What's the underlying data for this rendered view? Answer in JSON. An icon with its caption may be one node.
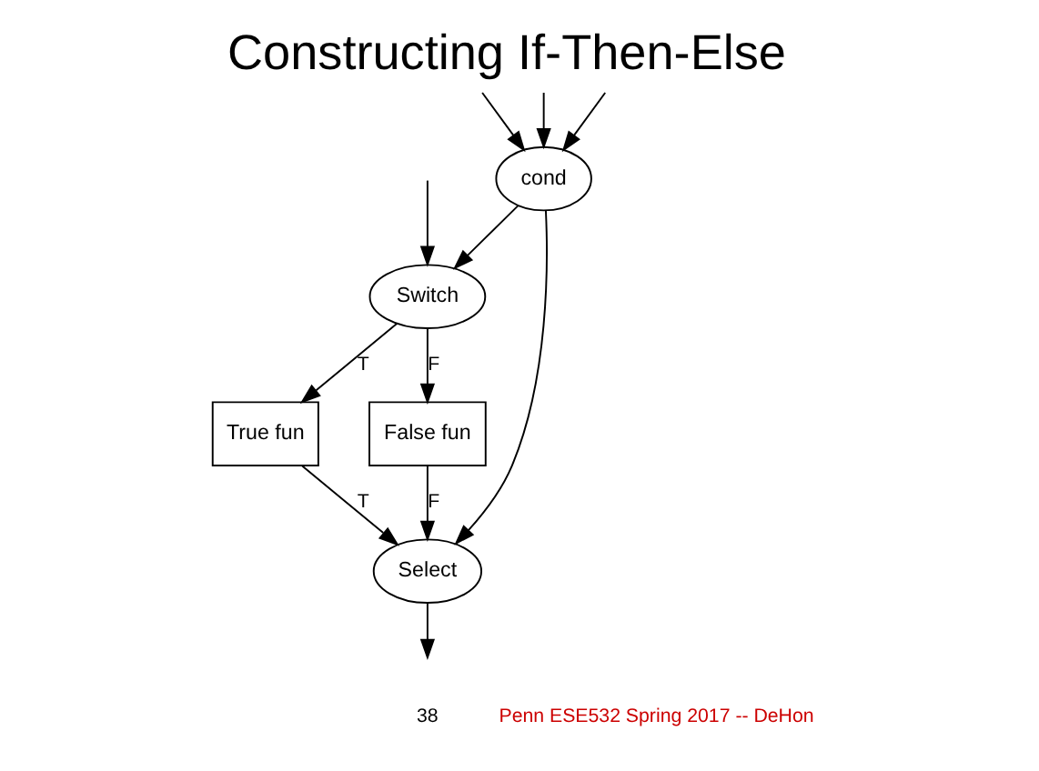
{
  "diagram": {
    "title": "Constructing If-Then-Else",
    "nodes": [
      {
        "text": [
          "cond"
        ]
      },
      {
        "text": [
          "Switch"
        ]
      },
      {
        "text": [
          "True fun"
        ]
      },
      {
        "text": [
          "False fun"
        ]
      },
      {
        "text": [
          "Select"
        ]
      }
    ],
    "edges": [
      {
        "from": null,
        "to": 0,
        "arrow": "to"
      },
      {
        "from": null,
        "to": 0,
        "arrow": "to"
      },
      {
        "from": null,
        "to": 0,
        "arrow": "to"
      },
      {
        "from": 0,
        "to": 1,
        "arrow": "to"
      },
      {
        "from": 0,
        "to": 4,
        "arrow": "to"
      },
      {
        "from": null,
        "to": 1,
        "arrow": "to"
      },
      {
        "from": 1,
        "to": 2,
        "label": "T",
        "arrow": "to"
      },
      {
        "from": 1,
        "to": 3,
        "label": "F",
        "arrow": "to"
      },
      {
        "from": 2,
        "to": 4,
        "label": "T",
        "arrow": "to"
      },
      {
        "from": 3,
        "to": 4,
        "label": "F",
        "arrow": "to"
      },
      {
        "from": 4,
        "to": null,
        "arrow": "to"
      }
    ],
    "labels": [
      "38",
      "Penn ESE532 Spring 2017 -- DeHon"
    ]
  }
}
